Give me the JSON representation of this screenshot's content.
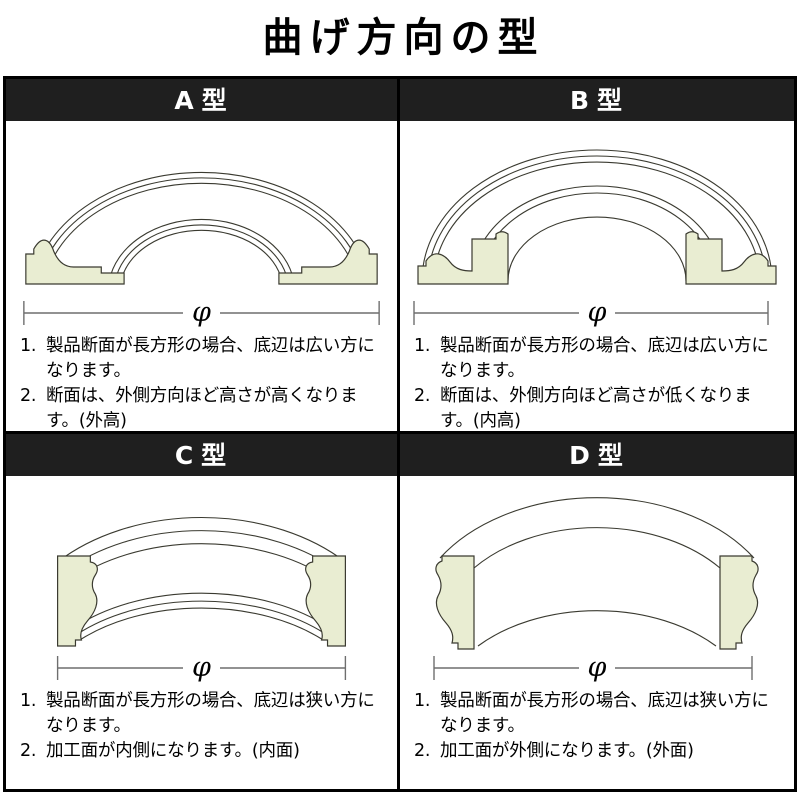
{
  "page": {
    "title": "曲げ方向の型",
    "background_color": "#ffffff",
    "header_bar_color": "#1f1f1f",
    "header_text_color": "#ffffff",
    "border_color": "#000000",
    "fill_color": "#e9edd2",
    "outline_color": "#3a3a30",
    "dimension_line_color": "#6e6e6e"
  },
  "dimension": {
    "symbol": "φ"
  },
  "panels": [
    {
      "id": "A",
      "header_letter": "A",
      "header_suffix": "型",
      "notes": [
        {
          "num": "1.",
          "text": "製品断面が長方形の場合、底辺は広い方になります。"
        },
        {
          "num": "2.",
          "text": "断面は、外側方向ほど高さが高くなります。(外高)"
        }
      ]
    },
    {
      "id": "B",
      "header_letter": "B",
      "header_suffix": "型",
      "notes": [
        {
          "num": "1.",
          "text": "製品断面が長方形の場合、底辺は広い方になります。"
        },
        {
          "num": "2.",
          "text": "断面は、外側方向ほど高さが低くなります。(内高)"
        }
      ]
    },
    {
      "id": "C",
      "header_letter": "C",
      "header_suffix": "型",
      "notes": [
        {
          "num": "1.",
          "text": "製品断面が長方形の場合、底辺は狭い方になります。"
        },
        {
          "num": "2.",
          "text": "加工面が内側になります。(内面)"
        }
      ]
    },
    {
      "id": "D",
      "header_letter": "D",
      "header_suffix": "型",
      "notes": [
        {
          "num": "1.",
          "text": "製品断面が長方形の場合、底辺は狭い方になります。"
        },
        {
          "num": "2.",
          "text": "加工面が外側になります。(外面)"
        }
      ]
    }
  ]
}
